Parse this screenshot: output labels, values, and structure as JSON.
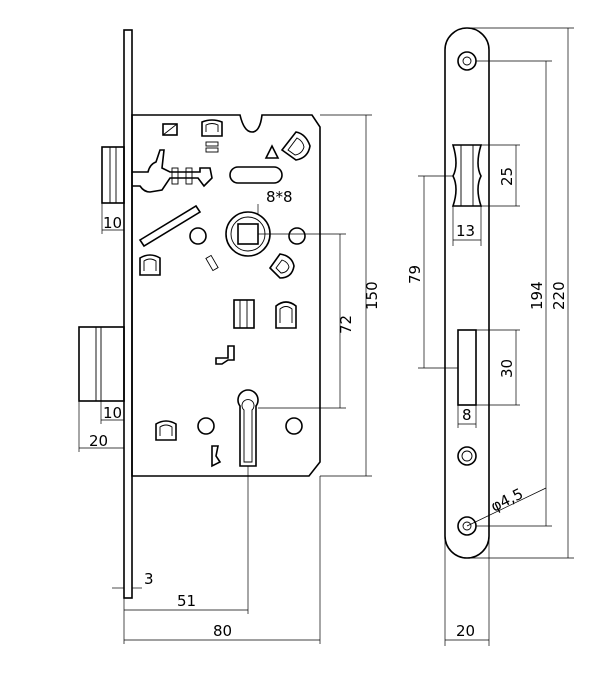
{
  "dimensions": {
    "dim_10_top": "10",
    "dim_10_bottom": "10",
    "dim_20_left": "20",
    "dim_8x8": "8*8",
    "dim_150": "150",
    "dim_72": "72",
    "dim_3": "3",
    "dim_51": "51",
    "dim_80": "80",
    "dim_25": "25",
    "dim_13": "13",
    "dim_79": "79",
    "dim_194": "194",
    "dim_220": "220",
    "dim_30": "30",
    "dim_8": "8",
    "dim_phi45": "φ4,5",
    "dim_20_bottom": "20"
  },
  "colors": {
    "line": "#000000",
    "background": "#ffffff"
  }
}
